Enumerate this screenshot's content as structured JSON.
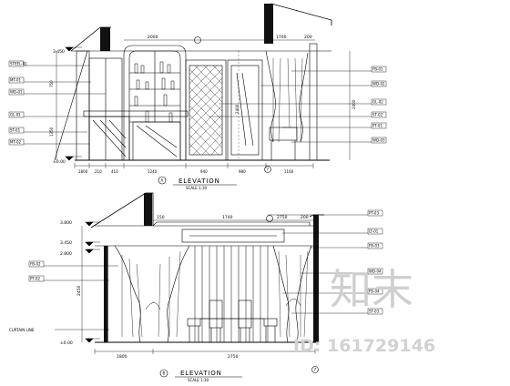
{
  "top": {
    "levels": [
      "3.450",
      "±0.00"
    ],
    "dims_top": [
      "2000",
      "1700",
      "200"
    ],
    "dims_bottom": [
      "1800",
      "210",
      "410",
      "1240",
      "940",
      "980",
      "1160"
    ],
    "dims_side": [
      "750",
      "2400",
      "1350",
      "2400"
    ],
    "callouts_left": [
      {
        "text": "STEEL-01"
      },
      {
        "text": "MT-01"
      },
      {
        "text": "WD-01"
      },
      {
        "text": "GL-01"
      },
      {
        "text": "ST-01"
      },
      {
        "text": "MT-02"
      }
    ],
    "callouts_right": [
      {
        "text": "FB-01"
      },
      {
        "text": "WD-02"
      },
      {
        "text": "GL-02"
      },
      {
        "text": "ST-02"
      },
      {
        "text": "PT-01"
      },
      {
        "text": "WD-03"
      }
    ],
    "section_mark": "A",
    "grid_mark": "7",
    "title": "ELEVATION",
    "scale": "SCALE 1:30"
  },
  "bottom": {
    "levels": [
      "3.800",
      "3.450",
      "2.800",
      "±0.00"
    ],
    "dims_top": [
      "150",
      "1740",
      "2750",
      "200"
    ],
    "dims_bottom": [
      "1800",
      "2750"
    ],
    "dims_side": [
      "2450"
    ],
    "callouts_left": [
      {
        "text": "FB-02"
      },
      {
        "text": "PT-02"
      }
    ],
    "callouts_right": [
      {
        "text": "PT-03"
      },
      {
        "text": "LT-01"
      },
      {
        "text": "FB-03"
      },
      {
        "text": "WD-04"
      },
      {
        "text": "FB-04"
      },
      {
        "text": "ST-03"
      }
    ],
    "note_left": "CURTAIN LINE",
    "section_mark": "B",
    "grid_mark": "7",
    "title": "ELEVATION",
    "scale": "SCALE 1:30"
  },
  "watermark": {
    "logo": "知末",
    "id": "ID: 161729146"
  }
}
